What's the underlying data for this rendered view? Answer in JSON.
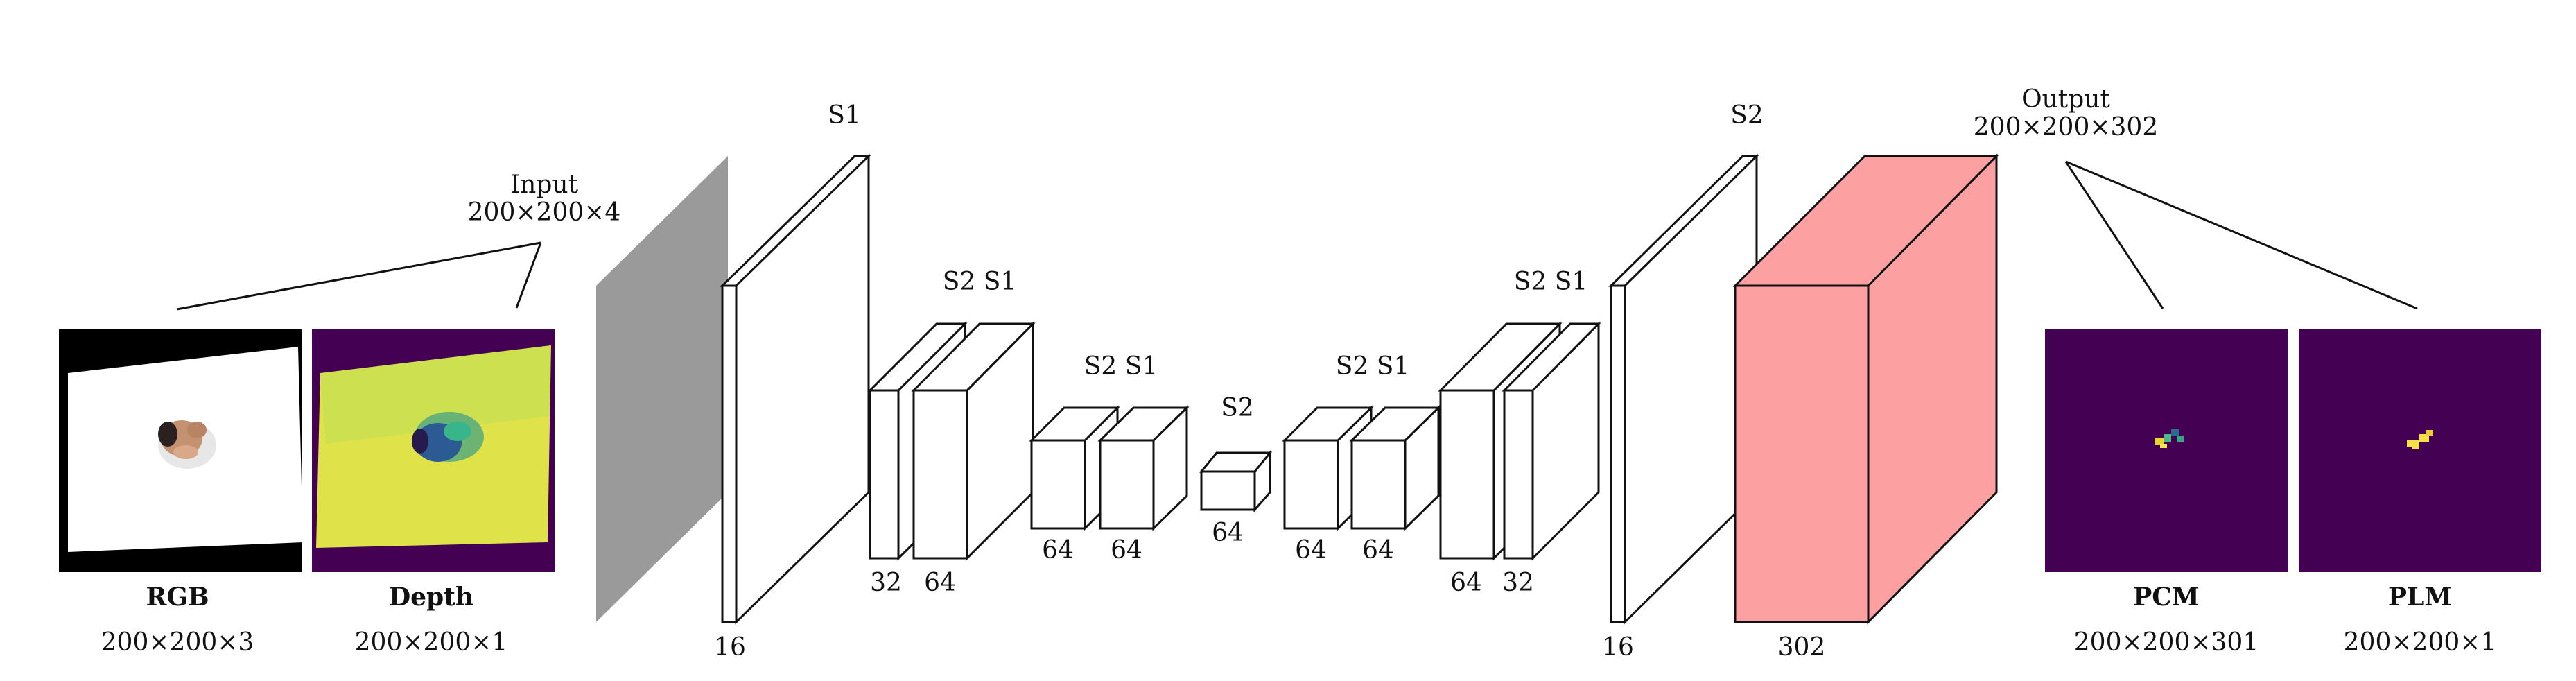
{
  "input": {
    "title": "Input",
    "shape": "200×200×4"
  },
  "output": {
    "title": "Output",
    "shape": "200×200×302"
  },
  "panels": [
    {
      "id": "rgb",
      "label": "RGB",
      "shape": "200×200×3"
    },
    {
      "id": "depth",
      "label": "Depth",
      "shape": "200×200×1"
    },
    {
      "id": "pcm",
      "label": "PCM",
      "shape": "200×200×301"
    },
    {
      "id": "plm",
      "label": "PLM",
      "shape": "200×200×1"
    }
  ],
  "stage_labels": [
    "S1",
    "S2 S1",
    "S2 S1",
    "S2",
    "S2 S1",
    "S2 S1",
    "S2"
  ],
  "channel_labels": [
    "16",
    "32",
    "64",
    "64",
    "64",
    "64",
    "64",
    "64",
    "64",
    "32",
    "16",
    "302"
  ],
  "colors": {
    "input_block": "#9a9a9a",
    "output_block": "#fca0a2",
    "viridis_dark": "#440154",
    "depth_yellow": "#e2e245",
    "edge": "#111111"
  }
}
